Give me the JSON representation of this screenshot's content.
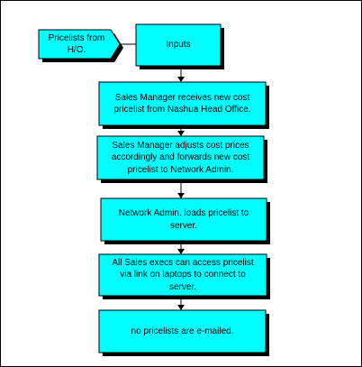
{
  "flowchart": {
    "input_note": "Pricelists from\nH/O.",
    "steps": [
      "Inputs",
      "Sales Manager receives new cost\npricelist from Nashua Head Office.",
      "Sales Manager adjusts cost prices\naccordingly and forwards new cost\npricelist to Network Admin.",
      "Network Admin. loads pricelist to\nserver.",
      "All Sales execs can access pricelist\nvia link on laptops to connect to\nserver.",
      "no pricelists are e-mailed."
    ]
  },
  "colors": {
    "box_fill": "#00ffff",
    "shadow": "#000000",
    "arrow": "#000000"
  }
}
